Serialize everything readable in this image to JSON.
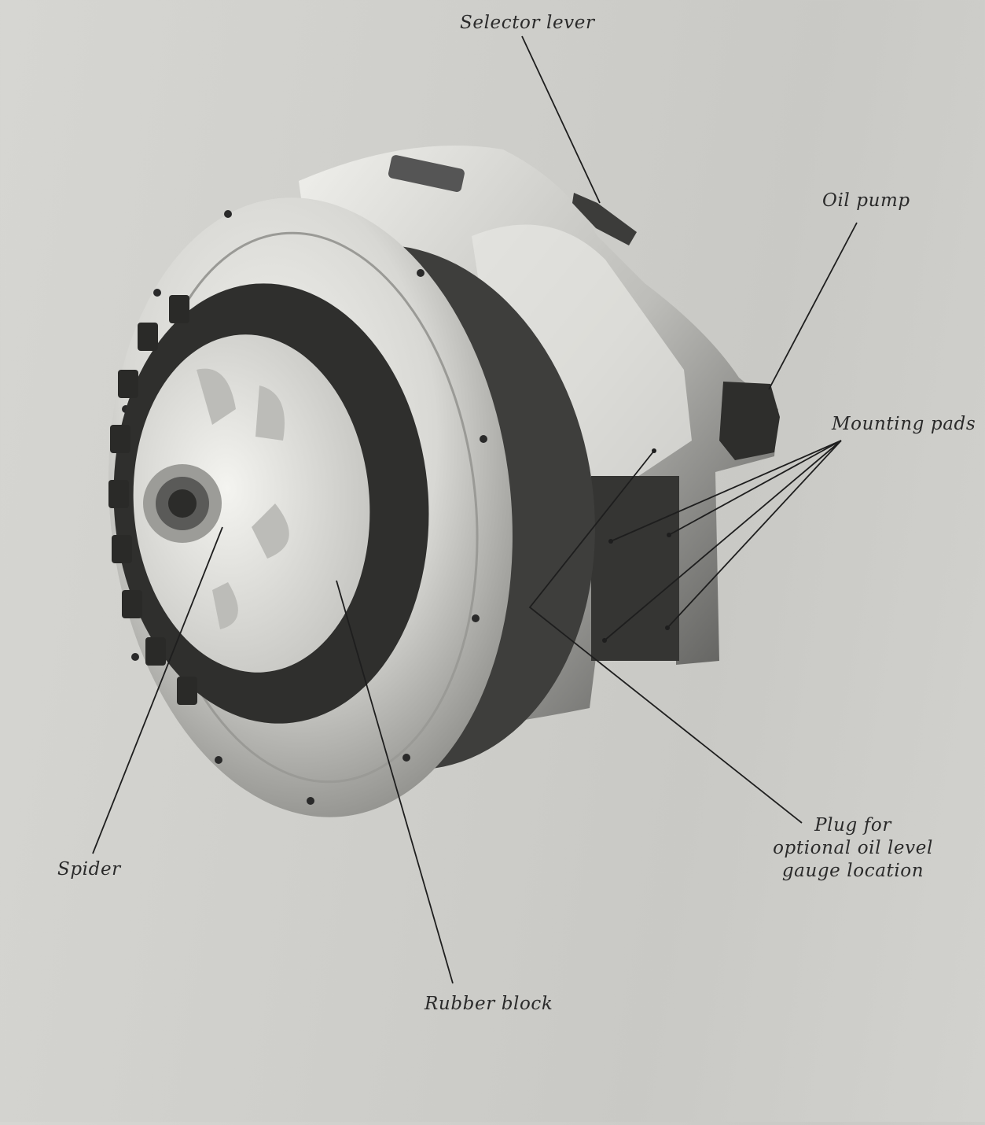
{
  "figure": {
    "subject": "Marine transmission with flexible drive coupling",
    "labels": {
      "selector_lever": "Selector lever",
      "oil_pump": "Oil pump",
      "mounting_pads": "Mounting pads",
      "plug_line1": "Plug for",
      "plug_line2": "optional oil level",
      "plug_line3": "gauge location",
      "spider": "Spider",
      "rubber_block": "Rubber block"
    },
    "colors": {
      "paper": "#d0d0cc",
      "ink": "#2a2a2a",
      "casting_light": "#e4e4e0",
      "casting_dark": "#3a3a3a"
    }
  }
}
